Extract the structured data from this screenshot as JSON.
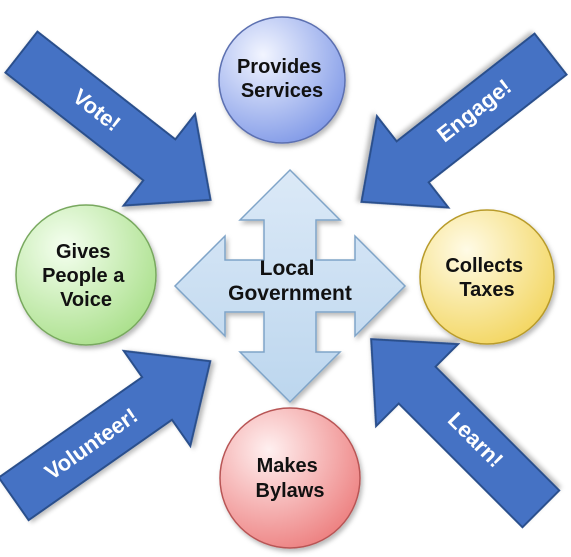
{
  "center": {
    "lines": [
      "Local",
      "Government"
    ],
    "fill": "#bcd6ee",
    "stroke": "#7fa4c8"
  },
  "nodes": [
    {
      "id": "provides-services",
      "lines": [
        "Provides",
        "Services"
      ],
      "colors": [
        "#f2f5ff",
        "#7b95e6"
      ],
      "stroke": "#5b6fb0"
    },
    {
      "id": "collects-taxes",
      "lines": [
        "Collects",
        "Taxes"
      ],
      "colors": [
        "#fffbe6",
        "#f2d45a"
      ],
      "stroke": "#b89b2b"
    },
    {
      "id": "makes-bylaws",
      "lines": [
        "Makes",
        "Bylaws"
      ],
      "colors": [
        "#fff0f0",
        "#ec7a7a"
      ],
      "stroke": "#b85555"
    },
    {
      "id": "gives-people-a-voice",
      "lines": [
        "Gives",
        "People a",
        "Voice"
      ],
      "colors": [
        "#f5fff0",
        "#a6de86"
      ],
      "stroke": "#78a85e"
    }
  ],
  "arrows": [
    {
      "id": "vote",
      "label": "Vote!"
    },
    {
      "id": "engage",
      "label": "Engage!"
    },
    {
      "id": "learn",
      "label": "Learn!"
    },
    {
      "id": "volunteer",
      "label": "Volunteer!"
    }
  ],
  "colors": {
    "arrow_fill": "#4472c4",
    "arrow_stroke": "#2c4f8c",
    "arrow_text": "#ffffff"
  }
}
